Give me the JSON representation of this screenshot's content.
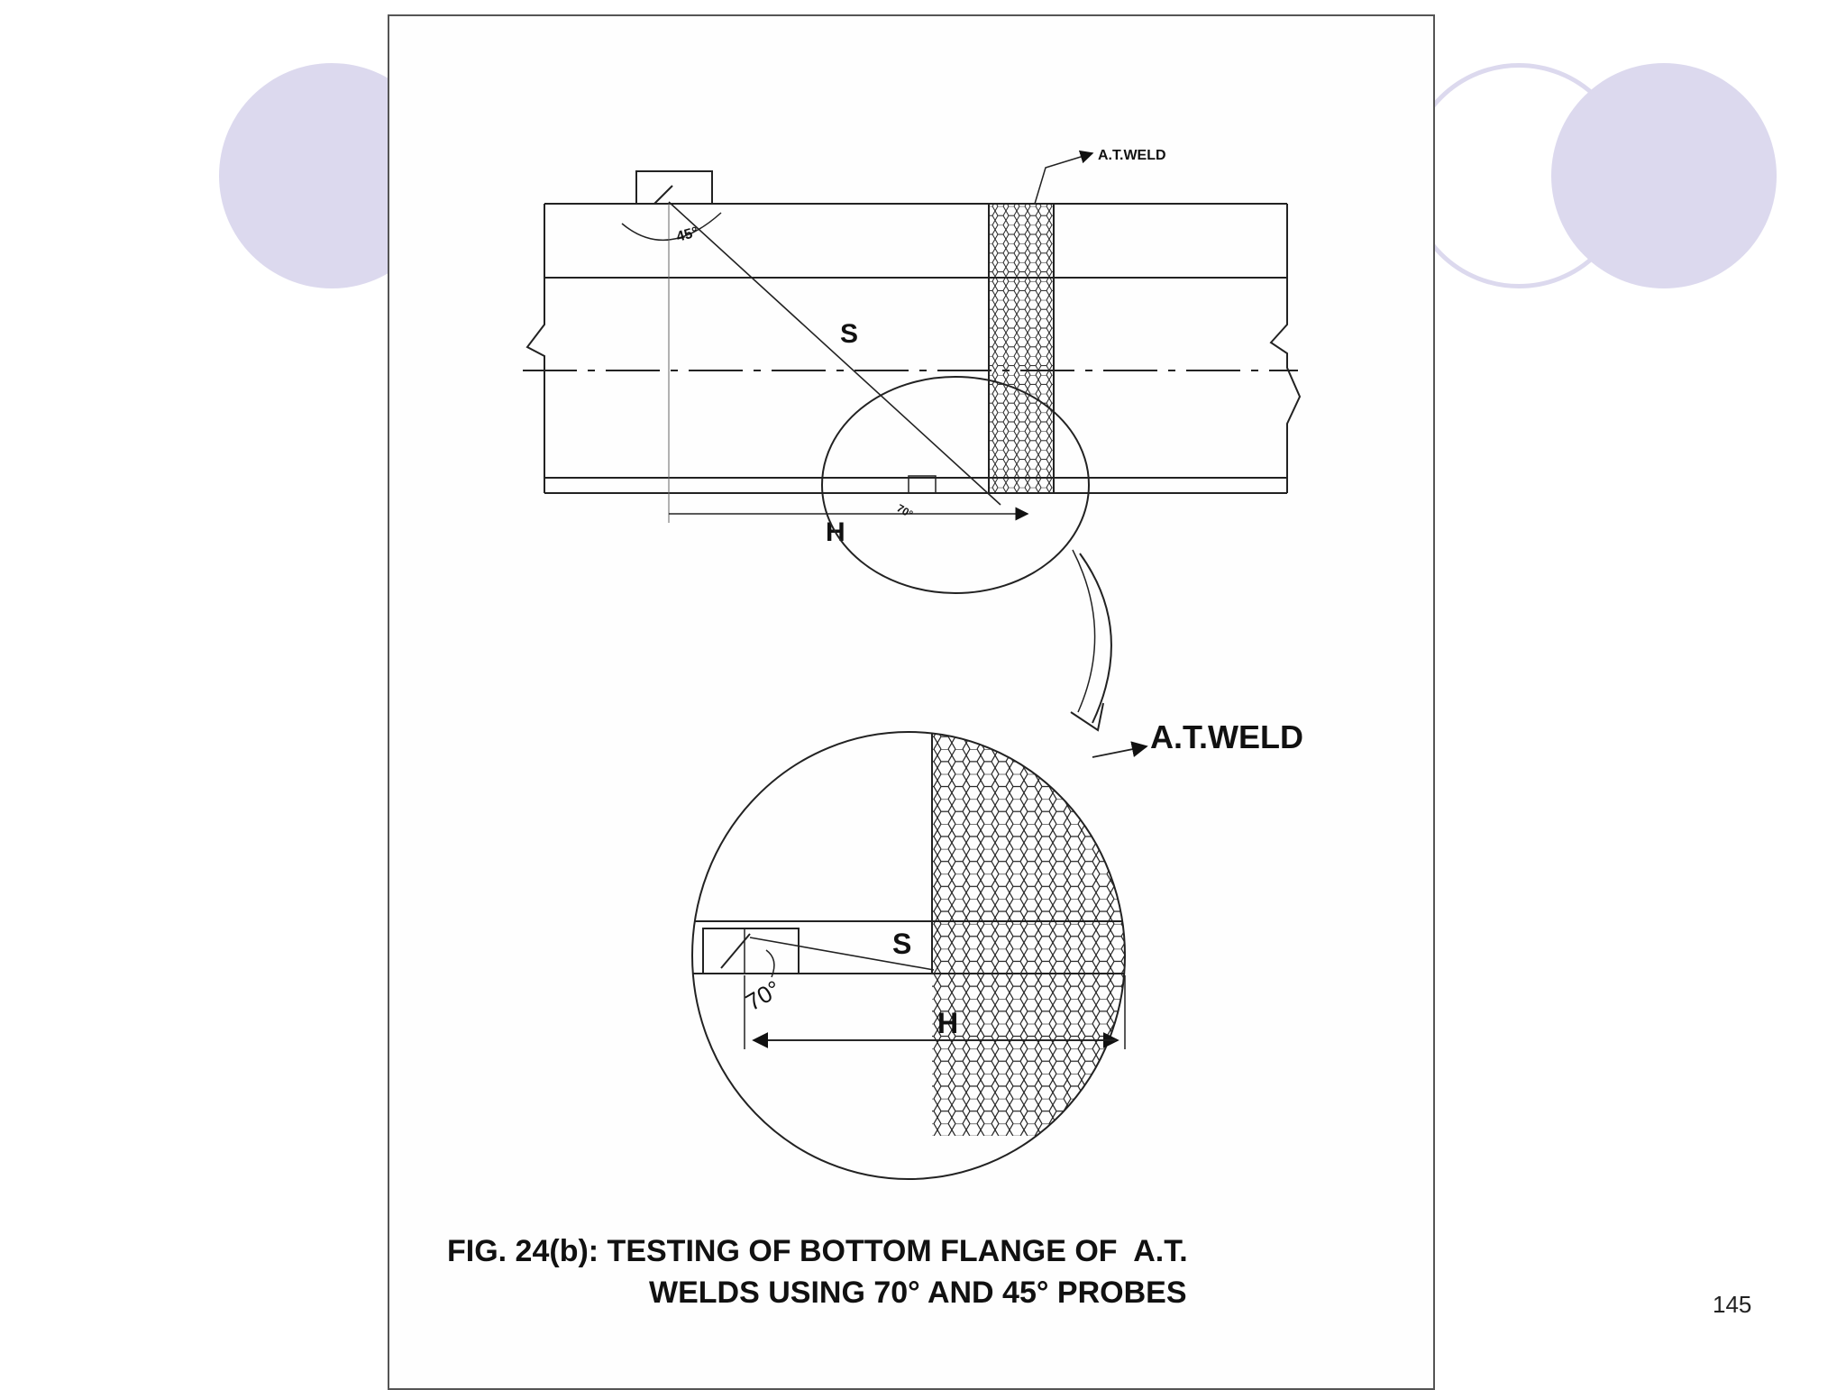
{
  "diagram": {
    "top_weld_label": "A.T.WELD",
    "top_angle_label": "45°",
    "top_s_label": "S",
    "top_h_label": "H",
    "top_small_angle_label": "70°",
    "detail_weld_label": "A.T.WELD",
    "detail_s_label": "S",
    "detail_h_label": "H",
    "detail_angle_label": "70°"
  },
  "caption": {
    "line1": "FIG. 24(b): TESTING OF BOTTOM FLANGE OF  A.T.",
    "line2": "WELDS USING 70° AND 45° PROBES"
  },
  "slide_number": "145",
  "colors": {
    "decor": "#dcd9ee",
    "ink": "#111111"
  }
}
